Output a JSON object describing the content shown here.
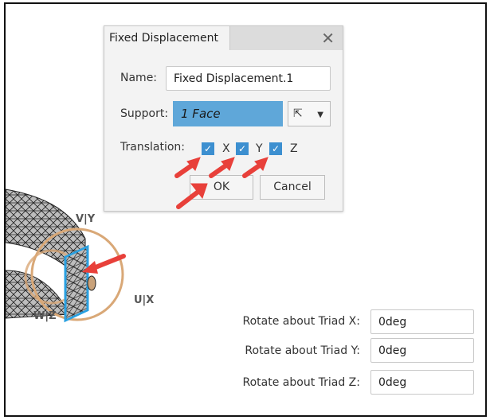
{
  "dialog": {
    "title": "Fixed Displacement",
    "close_icon": "close-icon",
    "name_label": "Name:",
    "name_value": "Fixed Displacement.1",
    "support_label": "Support:",
    "support_value": "1 Face",
    "translation_label": "Translation:",
    "axes": [
      "X",
      "Y",
      "Z"
    ],
    "ok": "OK",
    "cancel": "Cancel"
  },
  "triad": {
    "v": "V|Y",
    "u": "U|X",
    "w": "W|Z"
  },
  "rotate": [
    {
      "label": "Rotate about Triad X:",
      "value": "0deg"
    },
    {
      "label": "Rotate about Triad Y:",
      "value": "0deg"
    },
    {
      "label": "Rotate about Triad Z:",
      "value": "0deg"
    }
  ],
  "colors": {
    "accent": "#3c8fd0",
    "arrow": "#e8403a",
    "ring": "#d9a877"
  }
}
